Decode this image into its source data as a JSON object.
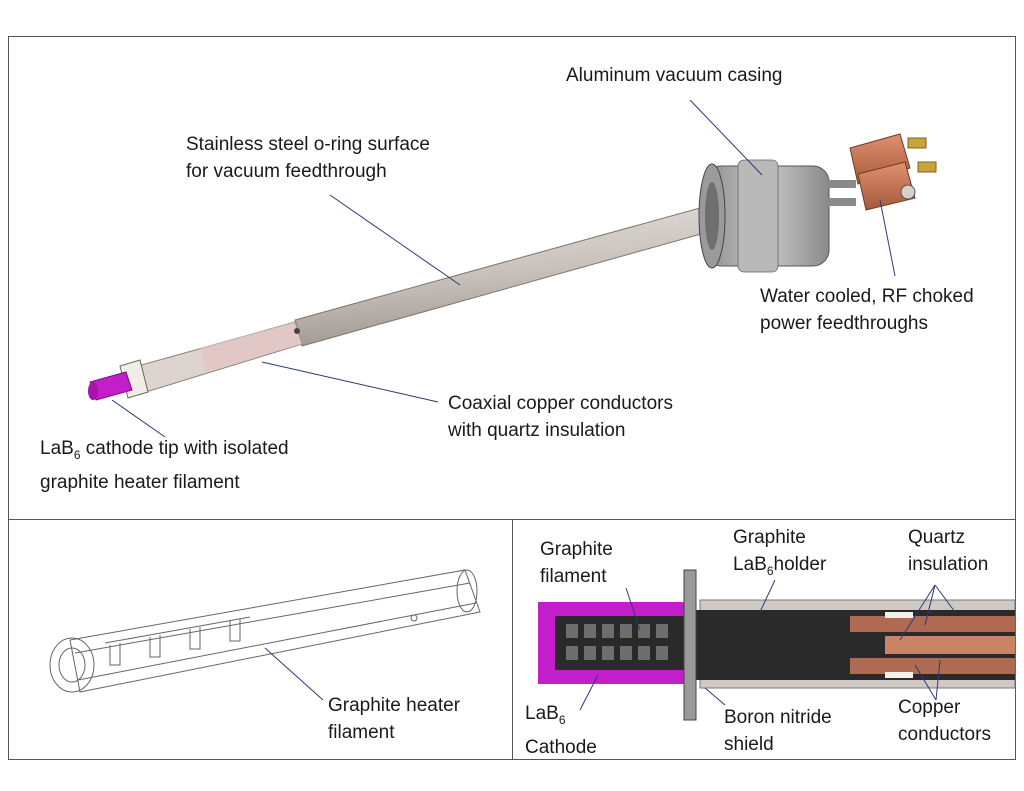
{
  "top_panel": {
    "casing": "Aluminum vacuum casing",
    "oring": [
      "Stainless steel o-ring surface",
      "for vacuum feedthrough"
    ],
    "water": [
      "Water cooled, RF choked",
      "power feedthroughs"
    ],
    "coax": [
      "Coaxial copper conductors",
      "with quartz insulation"
    ],
    "tip": {
      "pre": "LaB",
      "sub": "6",
      "post": " cathode tip with isolated",
      "line2": "graphite heater filament"
    }
  },
  "bottom_left": {
    "heater": [
      "Graphite heater",
      "filament"
    ]
  },
  "bottom_right": {
    "filament": [
      "Graphite",
      "filament"
    ],
    "holder": {
      "line1": "Graphite",
      "pre": "LaB",
      "sub": "6",
      "post": "holder"
    },
    "quartz": [
      "Quartz",
      "insulation"
    ],
    "cathode": {
      "pre": "LaB",
      "sub": "6",
      "line2": "Cathode"
    },
    "boron": [
      "Boron nitride",
      "shield"
    ],
    "copper": [
      "Copper",
      "conductors"
    ]
  },
  "colors": {
    "magenta": "#c21ec9",
    "copper": "#b06a52",
    "leader": "#2a3a7a",
    "steel": "#cfc9c4",
    "graphite": "#2a2a2a"
  }
}
